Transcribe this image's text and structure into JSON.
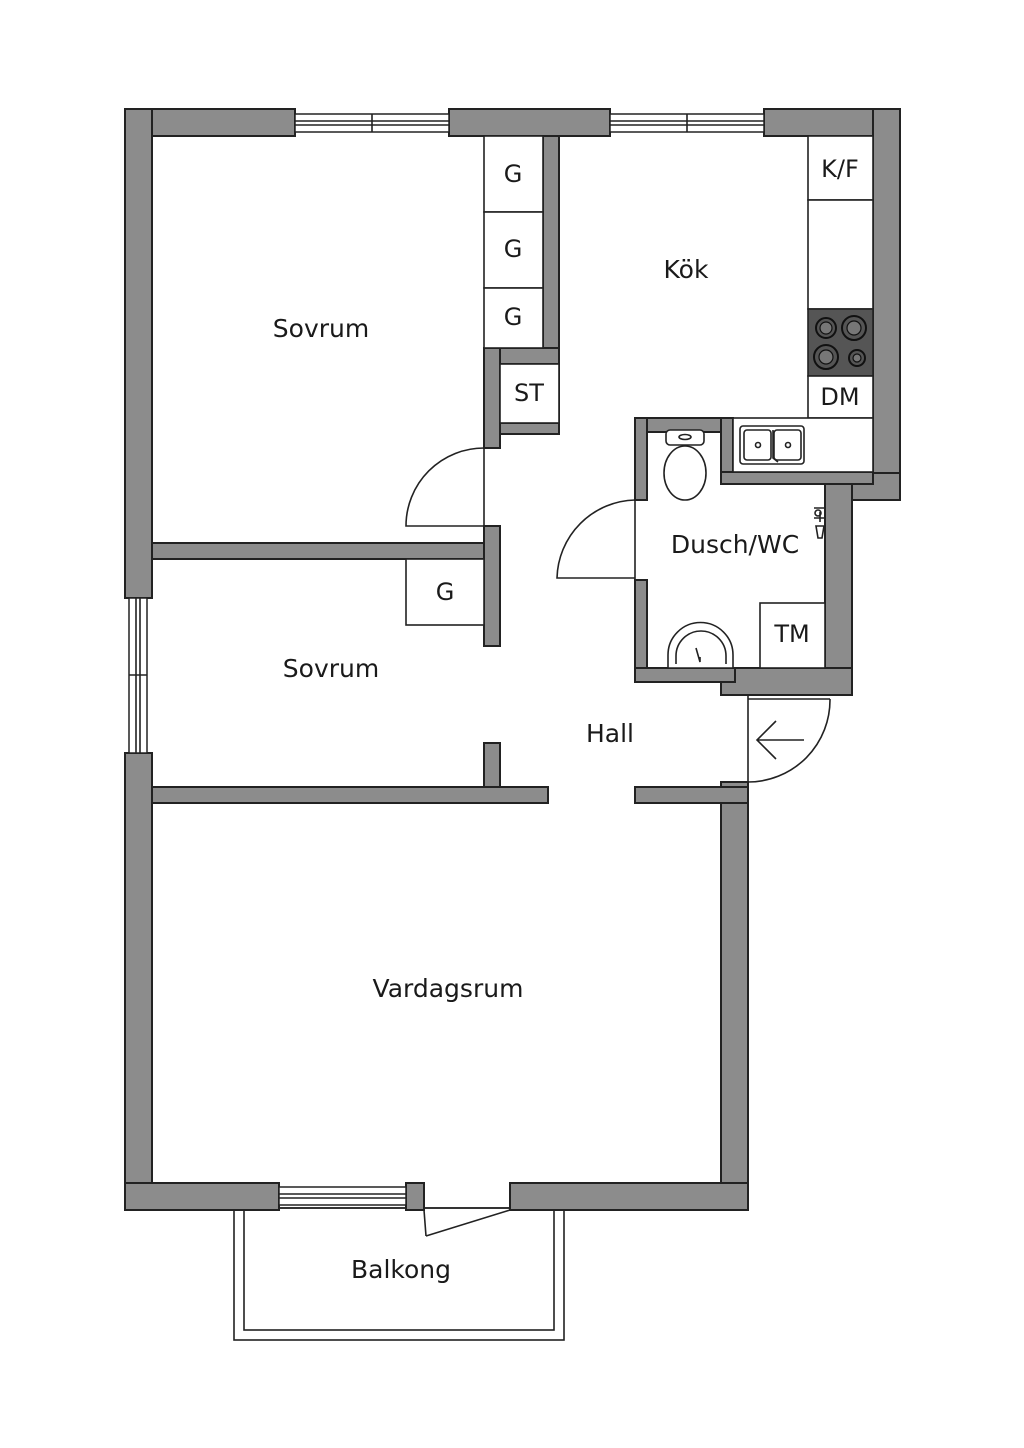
{
  "rooms": {
    "sovrum_1": "Sovrum",
    "sovrum_2": "Sovrum",
    "kok": "Kök",
    "dusch_wc": "Dusch/WC",
    "hall": "Hall",
    "vardagsrum": "Vardagsrum",
    "balkong": "Balkong"
  },
  "markers": {
    "wardrobe_1": "G",
    "wardrobe_2": "G",
    "wardrobe_3": "G",
    "wardrobe_4": "G",
    "storage": "ST",
    "fridge_freezer": "K/F",
    "dishwasher": "DM",
    "washing_machine": "TM"
  },
  "colors": {
    "wall": "#8c8c8c",
    "line": "#222222",
    "stove": "#555555"
  }
}
